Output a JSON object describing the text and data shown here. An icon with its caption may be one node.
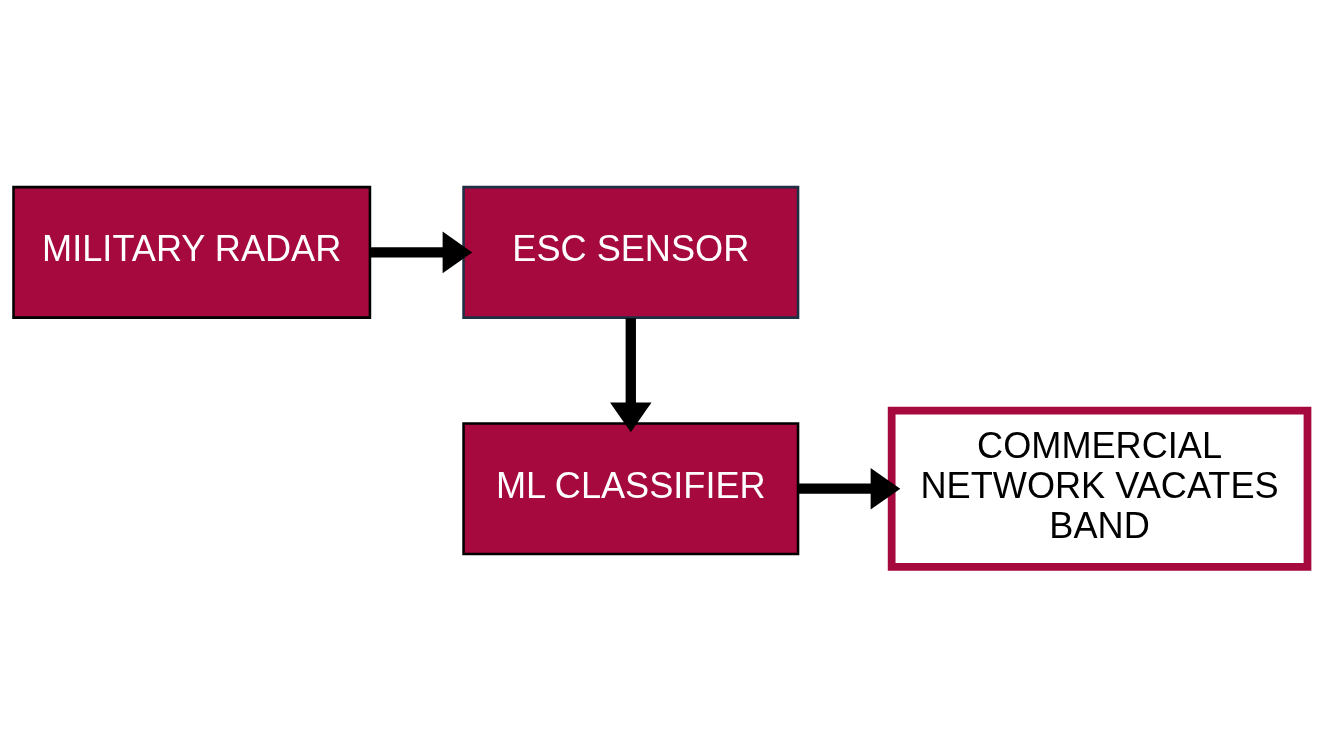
{
  "diagram": {
    "nodes": [
      {
        "text": [
          "MILITARY RADAR"
        ]
      },
      {
        "text": [
          "ESC SENSOR"
        ]
      },
      {
        "text": [
          "ML CLASSIFIER"
        ]
      },
      {
        "text": [
          "COMMERCIAL NETWORK VACATES BAND"
        ]
      }
    ],
    "edges": [
      {
        "from": 0,
        "to": 1,
        "arrow": "to"
      },
      {
        "from": 1,
        "to": 2,
        "arrow": "to"
      },
      {
        "from": 2,
        "to": 3,
        "arrow": "to"
      }
    ]
  }
}
